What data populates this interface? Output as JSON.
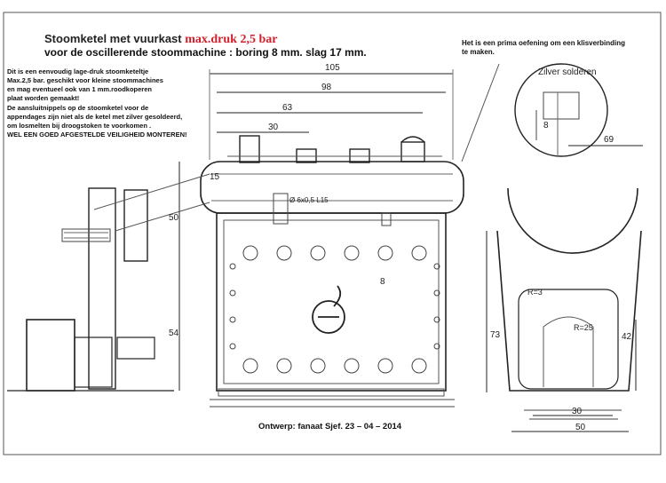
{
  "heading": {
    "title_prefix": "Stoomketel met vuurkast",
    "title_pressure": "max.druk 2,5 bar",
    "subtitle": "voor de oscillerende stoommachine : boring 8 mm. slag 17 mm."
  },
  "notes": [
    "Dit is een eenvoudig lage-druk stoomketeltje",
    "Max.2,5 bar. geschikt voor kleine stoommachines",
    "en mag eventueel ook van 1 mm.roodkoperen",
    "plaat worden gemaakt!",
    "De aansluitnippels op de stoomketel voor de",
    "appendages zijn niet als de ketel met zilver gesoldeerd,",
    "om losmelten bij droogstoken te voorkomen .",
    "WEL EEN GOED AFGESTELDE VEILIGHEID MONTEREN!"
  ],
  "clip_note": [
    "Het is een  prima oefening om een klisverbinding",
    "te maken."
  ],
  "solder_label": "Zilver solderen",
  "dimensions": {
    "overall_length": "105",
    "length_98": "98",
    "length_63": "63",
    "length_30": "30",
    "end_offset": "15",
    "pipe_spec": "Ø 6x0,5 L15",
    "height_50": "50",
    "height_54": "54",
    "hole_pitch": "8",
    "detail_height": "8",
    "side_width": "69",
    "side_height": "73",
    "door_height": "42",
    "radius_small": "R=3",
    "radius_large": "R=25",
    "base_width": "30",
    "base_overall": "50"
  },
  "credit": "Ontwerp: fanaat Sjef.    23 – 04 – 2014",
  "colors": {
    "ink": "#222222",
    "accent": "#d0202c",
    "paper": "#ffffff"
  }
}
